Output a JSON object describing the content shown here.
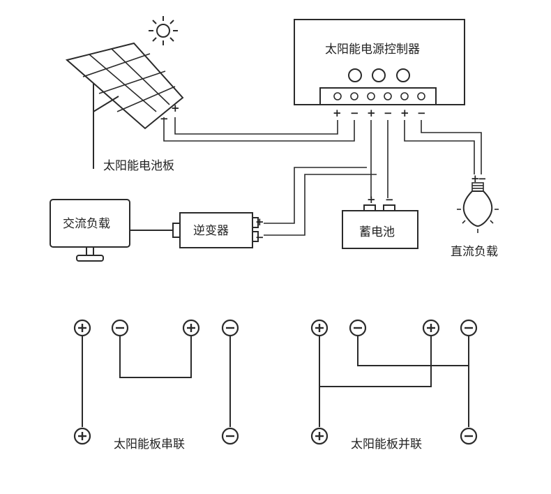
{
  "labels": {
    "controller": "太阳能电源控制器",
    "solar_panel": "太阳能电池板",
    "ac_load": "交流负载",
    "inverter": "逆变器",
    "battery": "蓄电池",
    "dc_load": "直流负载",
    "series": "太阳能板串联",
    "parallel": "太阳能板并联"
  },
  "signs": {
    "plus": "+",
    "minus": "−"
  }
}
